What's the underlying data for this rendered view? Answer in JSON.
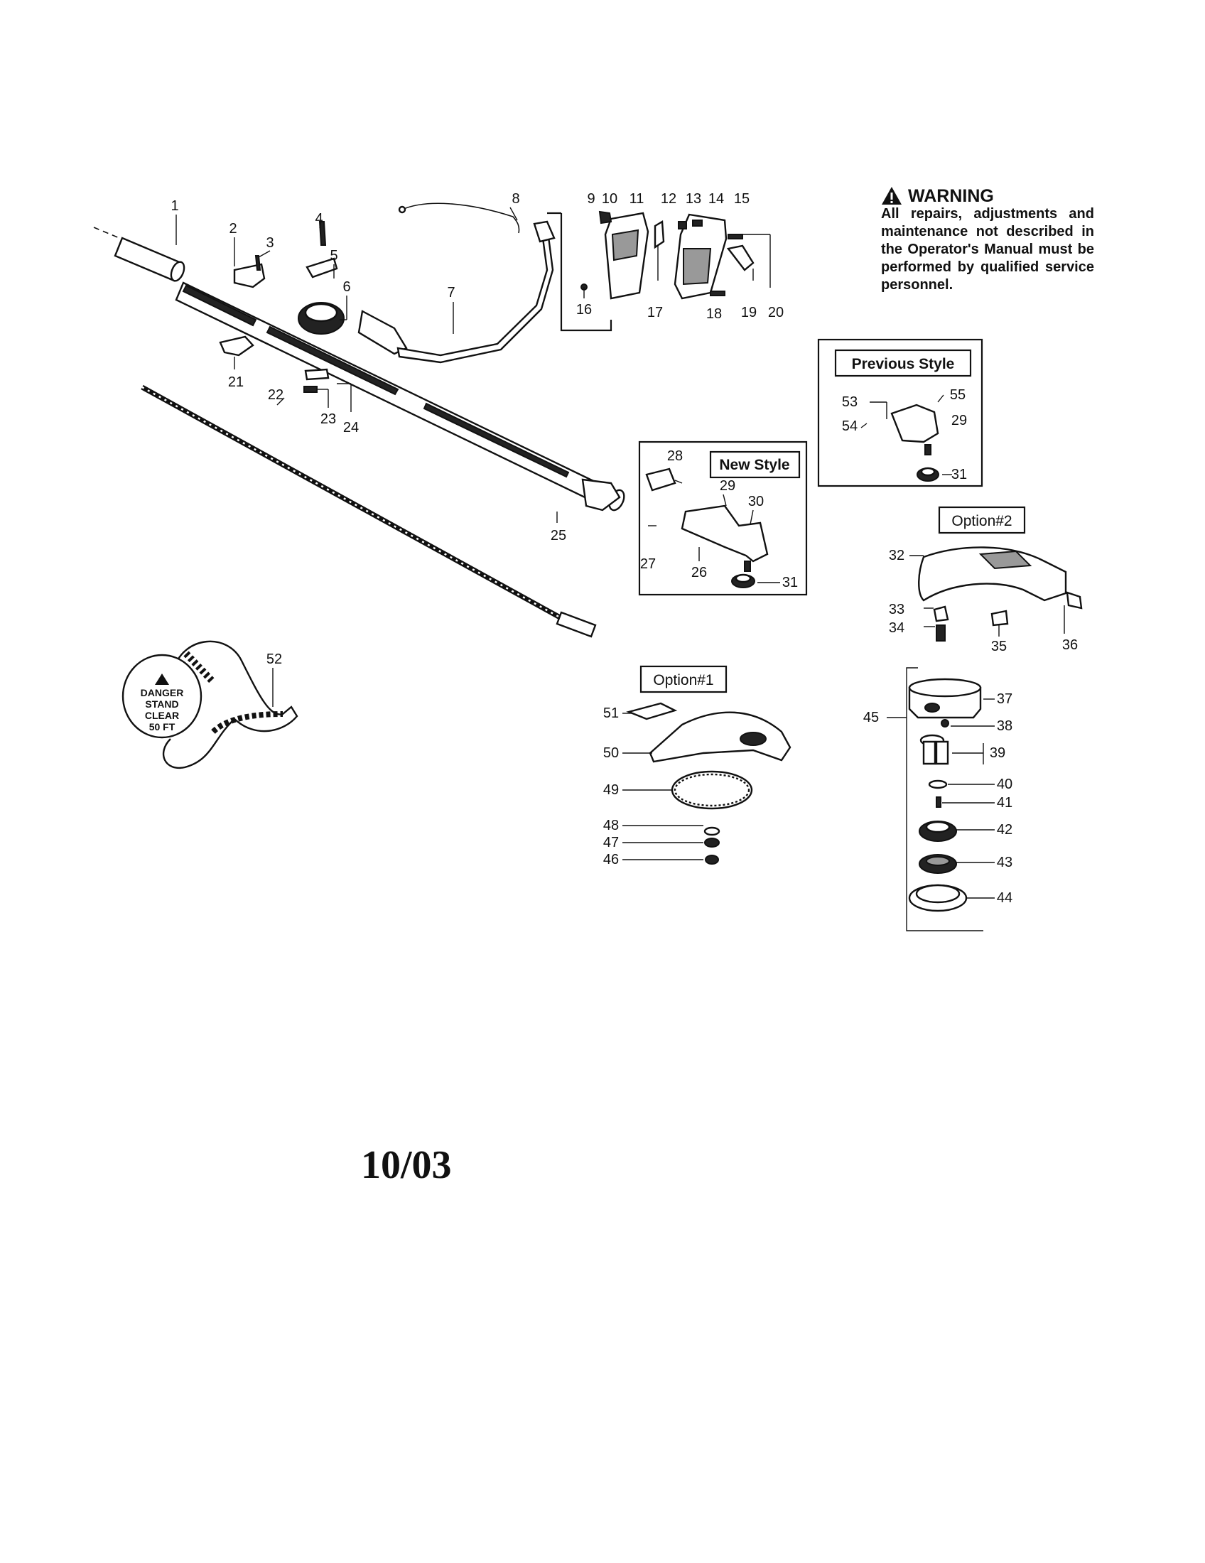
{
  "warning": {
    "title": "WARNING",
    "body": "All repairs, adjustments and maintenance not described in the Operator's Manual must be performed by qualified service personnel."
  },
  "boxes": {
    "previous_style": "Previous Style",
    "new_style": "New Style",
    "option1": "Option#1",
    "option2": "Option#2"
  },
  "sticker": {
    "line1": "DANGER",
    "line2": "STAND",
    "line3": "CLEAR",
    "line4": "50 FT"
  },
  "part_numbers": {
    "p1": "1",
    "p2": "2",
    "p3": "3",
    "p4": "4",
    "p5": "5",
    "p6": "6",
    "p7": "7",
    "p8": "8",
    "p9": "9",
    "p10": "10",
    "p11": "11",
    "p12": "12",
    "p13": "13",
    "p14": "14",
    "p15": "15",
    "p16": "16",
    "p17": "17",
    "p18": "18",
    "p19": "19",
    "p20": "20",
    "p21": "21",
    "p22": "22",
    "p23": "23",
    "p24": "24",
    "p25": "25",
    "p26": "26",
    "p27": "27",
    "p28": "28",
    "p29a": "29",
    "p29b": "29",
    "p30": "30",
    "p31a": "31",
    "p31b": "31",
    "p32": "32",
    "p33": "33",
    "p34": "34",
    "p35": "35",
    "p36": "36",
    "p37": "37",
    "p38": "38",
    "p39": "39",
    "p40": "40",
    "p41": "41",
    "p42": "42",
    "p43": "43",
    "p44": "44",
    "p45": "45",
    "p46": "46",
    "p47": "47",
    "p48": "48",
    "p49": "49",
    "p50": "50",
    "p51": "51",
    "p52": "52",
    "p53": "53",
    "p54": "54",
    "p55": "55"
  },
  "date": "10/03"
}
